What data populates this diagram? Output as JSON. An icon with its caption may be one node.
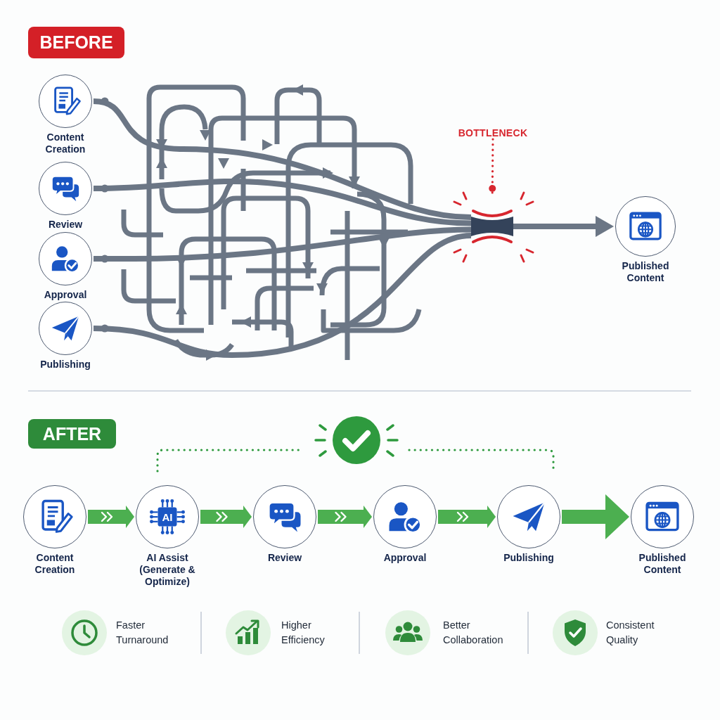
{
  "diagram": {
    "nodes": [
      {
        "text": [
          "Content Creation"
        ]
      },
      {
        "text": [
          "Review"
        ]
      },
      {
        "text": [
          "Approval"
        ]
      },
      {
        "text": [
          "Publishing"
        ]
      },
      {
        "text": [
          "BOTTLENECK"
        ]
      },
      {
        "text": [],
        "shape": "box"
      },
      {
        "text": [
          "Published Content"
        ]
      },
      {
        "text": [
          "Content Creation"
        ]
      },
      {
        "text": [
          "AI",
          "AI Assist (Generate & Optimize)"
        ]
      },
      {
        "text": [
          "Review"
        ]
      },
      {
        "text": [
          "Approval"
        ]
      },
      {
        "text": [
          "Publishing"
        ]
      },
      {
        "text": [
          "Published Content"
        ]
      }
    ],
    "edges": [
      {
        "from": 0,
        "to": 5,
        "arrow": "other"
      },
      {
        "from": 1,
        "to": 5,
        "arrow": "other"
      },
      {
        "from": 2,
        "to": 5,
        "arrow": "other"
      },
      {
        "from": 3,
        "to": 5,
        "arrow": "other"
      },
      {
        "from": 4,
        "to": 5,
        "arrow": "other",
        "style": "dashed",
        "color": "#d7262e"
      },
      {
        "from": 5,
        "to": 6,
        "arrow": "to"
      },
      {
        "from": 7,
        "to": 8,
        "arrow": "to",
        "style": "thick",
        "color": "#4caf50"
      },
      {
        "from": 8,
        "to": 9,
        "arrow": "to",
        "style": "thick",
        "color": "#4caf50"
      },
      {
        "from": 9,
        "to": 10,
        "arrow": "to",
        "style": "thick",
        "color": "#4caf50"
      },
      {
        "from": 10,
        "to": 11,
        "arrow": "to",
        "style": "thick",
        "color": "#4caf50"
      },
      {
        "from": 11,
        "to": 12,
        "arrow": "to",
        "style": "thick",
        "color": "#4caf50"
      }
    ],
    "labels": [
      "BEFORE",
      "AFTER",
      "Faster Turnaround",
      "Higher Efficiency",
      "Better Collaboration",
      "Consistent Quality"
    ]
  }
}
